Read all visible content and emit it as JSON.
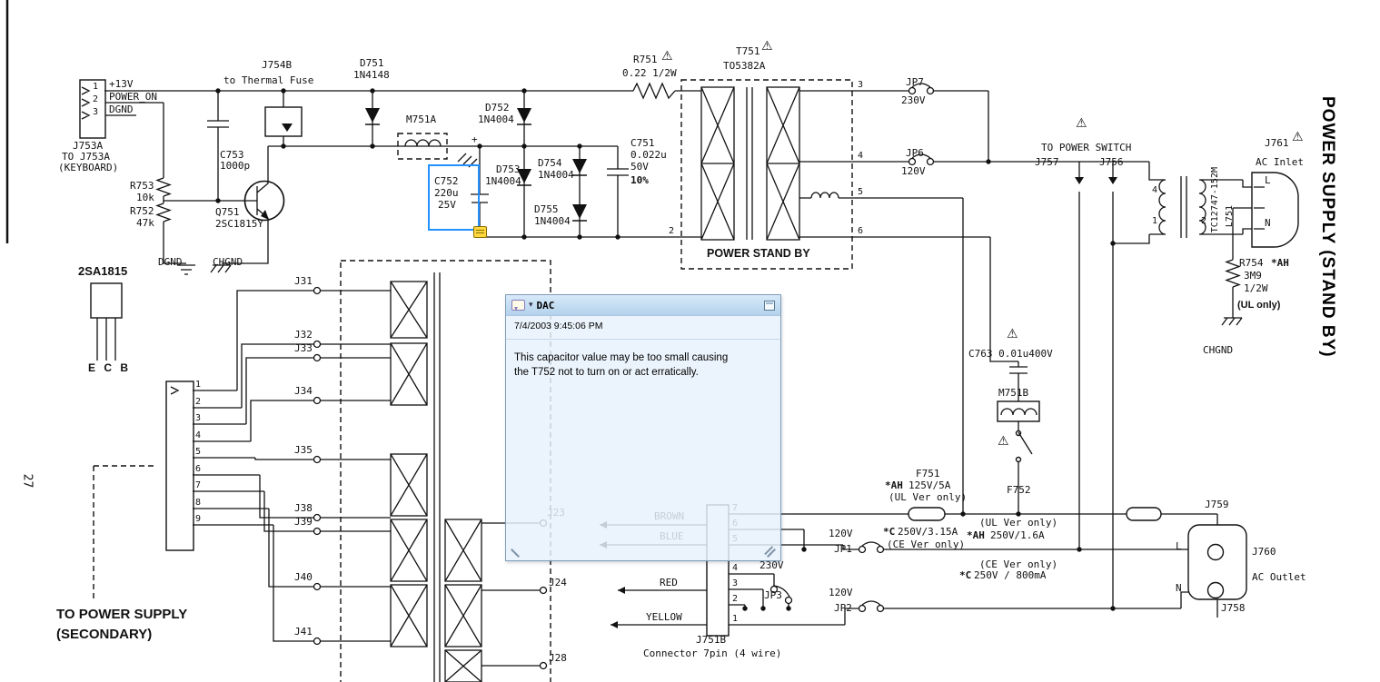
{
  "icons": {
    "warning": "⚠",
    "caret_down": "▾"
  },
  "popup": {
    "author": "DAC",
    "timestamp": "7/4/2003 9:45:06 PM",
    "body_line1": "This capacitor value may be too small causing",
    "body_line2": "the T752 not to turn on or act erratically."
  },
  "titles": {
    "right_vertical": "POWER SUPPLY (STAND BY)",
    "page_number": "27",
    "bottom_left_line1": "TO POWER SUPPLY",
    "bottom_left_line2": "(SECONDARY)"
  },
  "s": {
    "n1": "1",
    "n2": "2",
    "n3": "3",
    "sig13v": "+13V",
    "sigpon": "POWER_ON",
    "sigdgnd": "DGND",
    "j753a": "J753A",
    "toj753a": "TO J753A",
    "keyboard": "(KEYBOARD)",
    "c753": "C753",
    "c753v": "1000p",
    "j754b": "J754B",
    "thermal": "to Thermal Fuse",
    "d751": "D751",
    "d751v": "1N4148",
    "m751a": "M751A",
    "d752": "D752",
    "d752v": "1N4004",
    "d753": "D753",
    "d753v": "1N4004",
    "d754": "D754",
    "d754v": "1N4004",
    "d755": "D755",
    "d755v": "1N4004",
    "c752": "C752",
    "c752a": "220u",
    "c752b": "25V",
    "plus": "+",
    "q751": "Q751",
    "q751v": "2SC1815Y",
    "r753": "R753",
    "r753v": "10k",
    "r752": "R752",
    "r752v": "47k",
    "dgnd": "DGND",
    "chgnd": "CHGND",
    "pkg": "2SA1815",
    "ecb": "E C B",
    "c751": "C751",
    "c751a": "0.022u",
    "c751b": "50V",
    "c751c": "10%",
    "r751": "R751",
    "r751v": "0.22 1/2W",
    "t751": "T751",
    "t751v": "TO5382A",
    "psb": "POWER STAND BY",
    "tp2": "2",
    "tp3": "3",
    "tp4": "4",
    "tp5": "5",
    "tp6": "6",
    "jp7": "JP7",
    "jp7v": "230V",
    "jp6": "JP6",
    "jp6v": "120V",
    "tops": "TO POWER SWITCH",
    "j757": "J757",
    "j756": "J756",
    "tc": "TC12747-152M",
    "l751": "L751",
    "tcp4": "4",
    "tcp1": "1",
    "tcp2": "2",
    "j761": "J761",
    "acin": "AC Inlet",
    "inl": "L",
    "inn": "N",
    "r754": "R754",
    "r754ah": "*AH",
    "r754v": "3M9",
    "r754w": "1/2W",
    "ulonly": "(UL only)",
    "chgnd2": "CHGND",
    "c763": "C763 0.01u400V",
    "m751b": "M751B",
    "f751": "F751",
    "f751ah": "*AH",
    "f751av": "125V/5A",
    "f751un": "(UL Ver only)",
    "f751c": "*C",
    "f751cv": "250V/3.15A",
    "f751cn": "(CE Ver only)",
    "f752": "F752",
    "f752un": "(UL Ver only)",
    "f752ah": "*AH",
    "f752av": "250V/1.6A",
    "f752cn": "(CE Ver only)",
    "f752c": "*C",
    "f752cv": "250V / 800mA",
    "jp1": "JP1",
    "jp1v": "120V",
    "jp2": "JP2",
    "jp2v": "120V",
    "jp3": "JP3",
    "jp3v": "230V",
    "j751b": "J751B",
    "j751bd": "Connector 7pin (4 wire)",
    "cp7": "7",
    "cp6": "6",
    "cp5": "5",
    "cp4": "4",
    "cp3": "3",
    "cp2": "2",
    "cp1": "1",
    "brown": "BROWN",
    "blue": "BLUE",
    "red": "RED",
    "yellow": "YELLOW",
    "j23": "J23",
    "j24": "J24",
    "j28": "J28",
    "j759": "J759",
    "j760": "J760",
    "acout": "AC Outlet",
    "j758": "J758",
    "outl": "L",
    "outn": "N",
    "j31": "J31",
    "j32": "J32",
    "j33": "J33",
    "j34": "J34",
    "j35": "J35",
    "j38": "J38",
    "j39": "J39",
    "j40": "J40",
    "j41": "J41",
    "lp1": "1",
    "lp2": "2",
    "lp3": "3",
    "lp4": "4",
    "lp5": "5",
    "lp6": "6",
    "lp7": "7",
    "lp8": "8",
    "lp9": "9"
  }
}
